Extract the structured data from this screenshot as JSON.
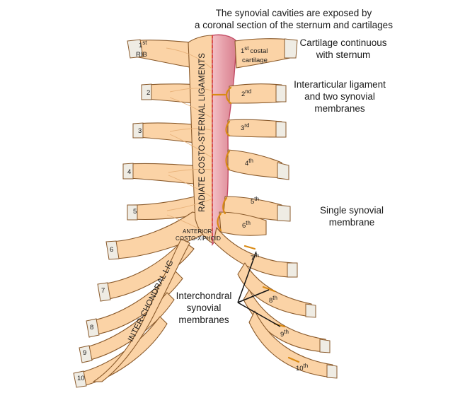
{
  "captions": {
    "top_line1": "The synovial cavities are exposed by",
    "top_line2": "a coronal section of the sternum and cartilages",
    "cartilage_line1": "Cartilage continuous",
    "cartilage_line2": "with sternum",
    "interarticular_line1": "Interarticular ligament",
    "interarticular_line2": "and two synovial",
    "interarticular_line3": "membranes",
    "single_line1": "Single synovial",
    "single_line2": "membrane",
    "interchondral_line1": "Interchondral",
    "interchondral_line2": "synovial",
    "interchondral_line3": "membranes"
  },
  "vertical_labels": {
    "radiate": "RADIATE COSTO-STERNAL LIGAMENTS",
    "interchondral": "INTER-CHONDRAL LIG"
  },
  "small_labels": {
    "anterior": "ANTERIOR",
    "costo_xiphoid": "COSTO-XIPHOID",
    "first_rib_num": "1",
    "first_rib_sup": "st",
    "first_rib_word": "RIB",
    "first_costal_num": "1",
    "first_costal_sup": "st",
    "first_costal_word1": "costal",
    "first_costal_word2": "cartilage"
  },
  "left_rib_numbers": [
    "2",
    "3",
    "4",
    "5",
    "6",
    "7",
    "8",
    "9",
    "10"
  ],
  "right_cartilages": [
    {
      "num": "2",
      "sup": "nd"
    },
    {
      "num": "3",
      "sup": "rd"
    },
    {
      "num": "4",
      "sup": "th"
    },
    {
      "num": "5",
      "sup": "th"
    },
    {
      "num": "6",
      "sup": "th"
    },
    {
      "num": "7",
      "sup": "th"
    },
    {
      "num": "8",
      "sup": "th"
    },
    {
      "num": "9",
      "sup": "th"
    },
    {
      "num": "10",
      "sup": "th"
    }
  ],
  "colors": {
    "cartilage_fill": "#fbd3a6",
    "cartilage_stroke": "#8a5a2b",
    "rib_end_fill": "#efece4",
    "sternum_fill": "#e49aa5",
    "sternum_stroke": "#c24a64",
    "ligament_stroke": "#e8b27a",
    "membrane": "#d98a14",
    "dashed_line": "#d9342b",
    "leader": "#111111"
  }
}
